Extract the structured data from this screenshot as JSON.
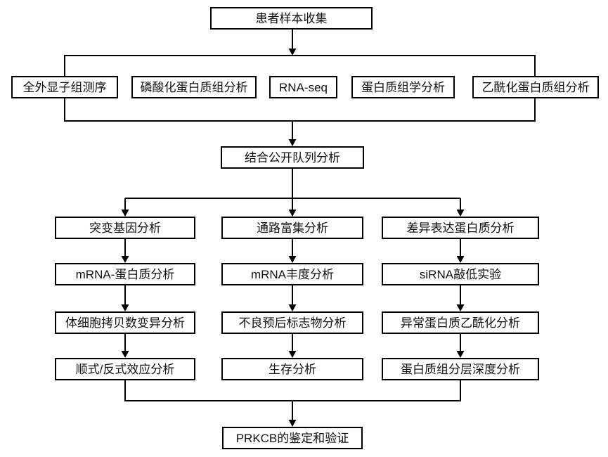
{
  "diagram": {
    "nodes": {
      "top": "患者样本收集",
      "omics": [
        "全外显子组测序",
        "磷酸化蛋白质组分析",
        "RNA-seq",
        "蛋白质组学分析",
        "乙酰化蛋白质组分析"
      ],
      "combine": "结合公开队列分析",
      "col1": [
        "突变基因分析",
        "mRNA-蛋白质分析",
        "体细胞拷贝数变异分析",
        "顺式/反式效应分析"
      ],
      "col2": [
        "通路富集分析",
        "mRNA丰度分析",
        "不良预后标志物分析",
        "生存分析"
      ],
      "col3": [
        "差异表达蛋白质分析",
        "siRNA敲低实验",
        "异常蛋白质乙酰化分析",
        "蛋白质组分层深度分析"
      ],
      "final": "PRKCB的鉴定和验证"
    },
    "colors": {
      "line": "#000000",
      "box_border": "#000000",
      "box_background": "#ffffff",
      "text": "#111111"
    }
  }
}
